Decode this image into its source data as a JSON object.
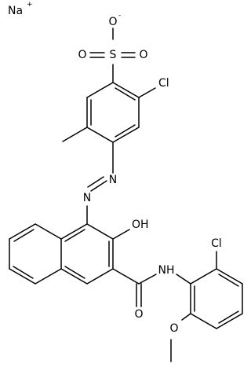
{
  "molecule": {
    "atoms": {
      "na": {
        "label": "Na",
        "charge": "+"
      },
      "o_minus": {
        "label": "O",
        "charge": "-"
      },
      "s": {
        "label": "S"
      },
      "o_left": {
        "label": "O"
      },
      "o_right": {
        "label": "O"
      },
      "cl_top": {
        "label": "Cl"
      },
      "n_azo_1": {
        "label": "N"
      },
      "n_azo_2": {
        "label": "N"
      },
      "oh": {
        "label": "OH"
      },
      "nh": {
        "label": "NH"
      },
      "cl_bottom": {
        "label": "Cl"
      },
      "o_carbonyl": {
        "label": "O"
      },
      "o_methoxy": {
        "label": "O"
      }
    }
  }
}
